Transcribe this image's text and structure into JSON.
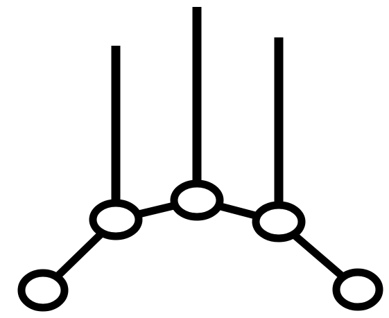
{
  "diagram": {
    "type": "node-link",
    "colors": {
      "background": "#ffffff",
      "stroke": "#000000",
      "node_fill": "#ffffff"
    },
    "nodes": [
      {
        "id": "n1",
        "name": "bottom-left-node"
      },
      {
        "id": "n2",
        "name": "mid-left-node"
      },
      {
        "id": "n3",
        "name": "top-center-node"
      },
      {
        "id": "n4",
        "name": "mid-right-node"
      },
      {
        "id": "n5",
        "name": "bottom-right-node"
      }
    ],
    "edges": [
      {
        "from": "n1",
        "to": "n2"
      },
      {
        "from": "n2",
        "to": "n3"
      },
      {
        "from": "n3",
        "to": "n4"
      },
      {
        "from": "n4",
        "to": "n5"
      }
    ],
    "vertical_lines": [
      {
        "attached_to": "n2"
      },
      {
        "attached_to": "n3"
      },
      {
        "attached_to": "n4"
      }
    ]
  }
}
